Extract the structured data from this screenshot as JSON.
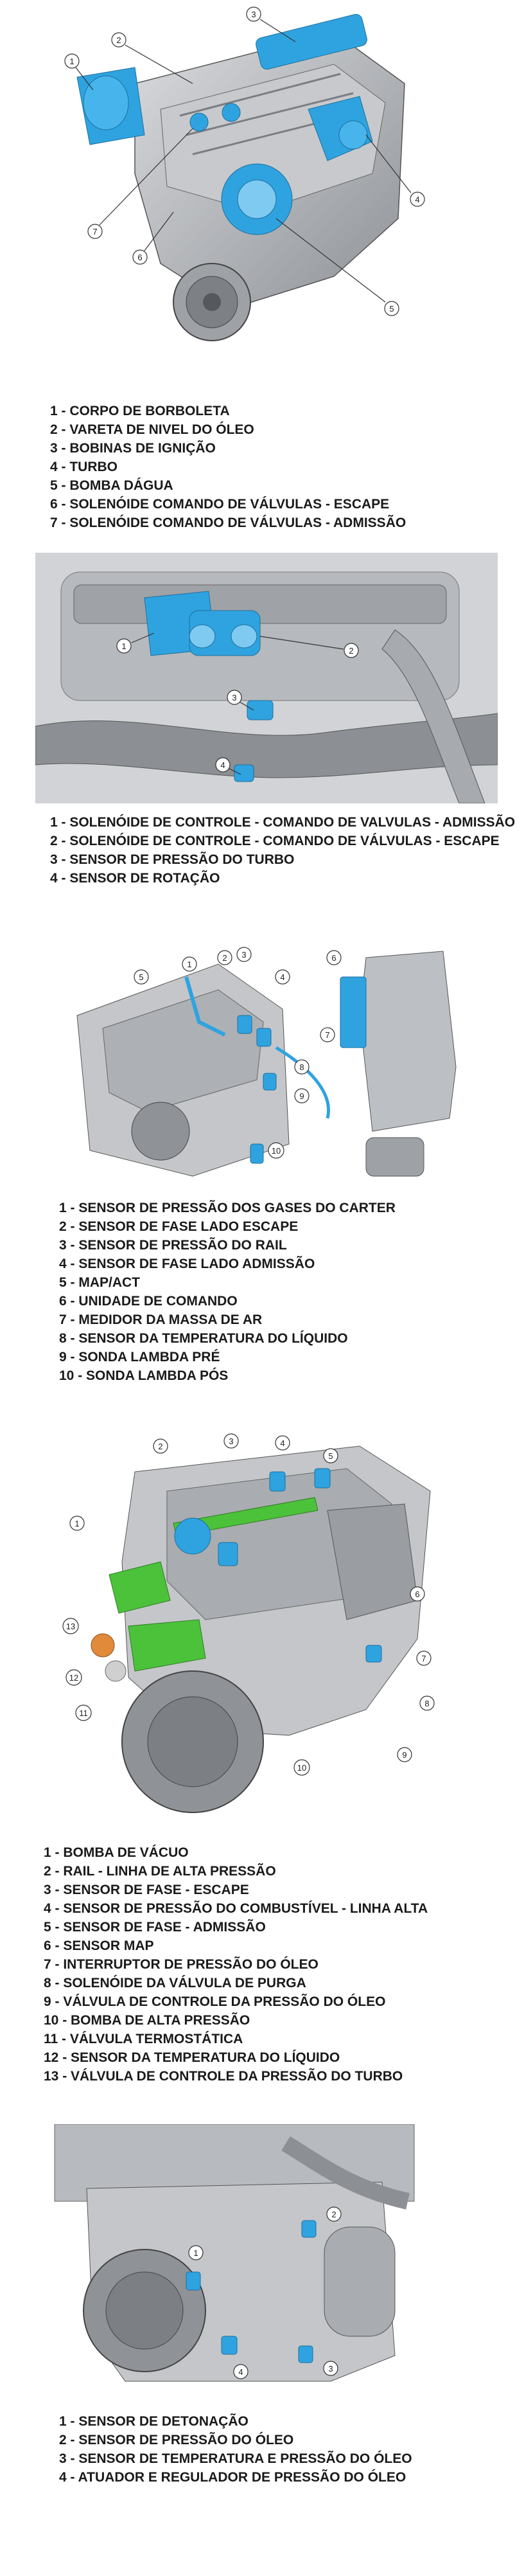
{
  "colors": {
    "engine_gray": "#b9bcc0",
    "engine_dark": "#6e7176",
    "highlight_blue": "#2fa3e0",
    "highlight_green": "#4cc23a",
    "highlight_orange": "#e08a3a",
    "text": "#1a1a1a"
  },
  "sections": [
    {
      "callouts": [
        "1",
        "2",
        "3",
        "4",
        "5",
        "6",
        "7"
      ],
      "legend": [
        "1 - CORPO DE BORBOLETA",
        "2 - VARETA DE NIVEL DO ÓLEO",
        "3 - BOBINAS DE IGNIÇÃO",
        "4 - TURBO",
        "5 - BOMBA DÁGUA",
        "6 - SOLENÓIDE COMANDO DE VÁLVULAS - ESCAPE",
        "7 - SOLENÓIDE COMANDO DE VÁLVULAS - ADMISSÃO"
      ]
    },
    {
      "callouts": [
        "1",
        "2",
        "3",
        "4"
      ],
      "legend": [
        "1 - SOLENÓIDE DE CONTROLE - COMANDO DE VALVULAS - ADMISSÃO",
        "2 - SOLENÓIDE DE CONTROLE - COMANDO DE VÁLVULAS - ESCAPE",
        "3 - SENSOR DE PRESSÃO DO TURBO",
        "4 - SENSOR DE ROTAÇÃO"
      ]
    },
    {
      "callouts": [
        "1",
        "2",
        "3",
        "4",
        "5",
        "6",
        "7",
        "8",
        "9",
        "10"
      ],
      "legend": [
        "1 - SENSOR DE PRESSÃO DOS GASES DO CARTER",
        "2 - SENSOR DE FASE LADO ESCAPE",
        "3 - SENSOR DE PRESSÃO DO RAIL",
        "4 - SENSOR DE FASE LADO ADMISSÃO",
        "5 - MAP/ACT",
        "6 - UNIDADE DE COMANDO",
        "7 - MEDIDOR DA MASSA DE AR",
        "8 - SENSOR DA TEMPERATURA DO LÍQUIDO",
        "9 - SONDA LAMBDA PRÉ",
        "10 - SONDA LAMBDA PÓS"
      ]
    },
    {
      "callouts": [
        "1",
        "2",
        "3",
        "4",
        "5",
        "6",
        "7",
        "8",
        "9",
        "10",
        "11",
        "12",
        "13"
      ],
      "legend": [
        "1 - BOMBA DE VÁCUO",
        "2 - RAIL - LINHA DE ALTA PRESSÃO",
        "3 - SENSOR DE FASE - ESCAPE",
        "4 - SENSOR DE PRESSÃO DO COMBUSTÍVEL - LINHA ALTA",
        "5 - SENSOR DE FASE - ADMISSÃO",
        "6 - SENSOR MAP",
        "7 - INTERRUPTOR DE PRESSÃO DO ÓLEO",
        "8 - SOLENÓIDE DA VÁLVULA DE PURGA",
        "9 - VÁLVULA DE CONTROLE DA PRESSÃO DO ÓLEO",
        "10 - BOMBA DE ALTA PRESSÃO",
        "11 - VÁLVULA TERMOSTÁTICA",
        "12 - SENSOR DA TEMPERATURA DO LÍQUIDO",
        "13 - VÁLVULA DE CONTROLE DA PRESSÃO DO TURBO"
      ]
    },
    {
      "callouts": [
        "1",
        "2",
        "3",
        "4"
      ],
      "legend": [
        "1 - SENSOR DE DETONAÇÃO",
        "2 - SENSOR DE PRESSÃO DO ÓLEO",
        "3 - SENSOR DE TEMPERATURA E PRESSÃO DO ÓLEO",
        "4 - ATUADOR E REGULADOR DE PRESSÃO DO ÓLEO"
      ]
    }
  ]
}
